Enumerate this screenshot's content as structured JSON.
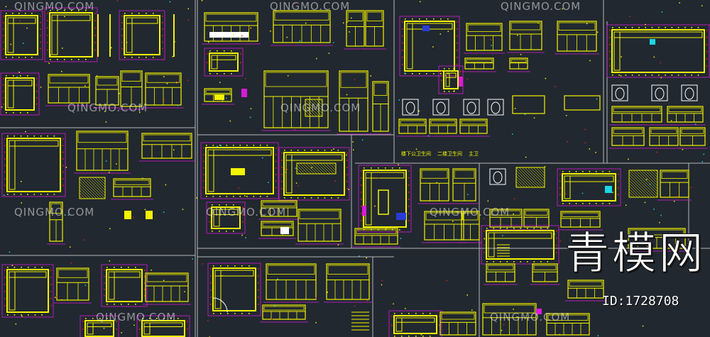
{
  "watermark": {
    "brand_cn": "青模网",
    "id_text": "ID:1728708",
    "small_marks": [
      "QINGMO.COM",
      "QINGMO.COM",
      "QINGMO.COM",
      "QINGMO.COM",
      "QINGMO.COM",
      "QINGMO.COM",
      "QINGMO.COM",
      "QINGMO.COM",
      "QINGMO.COM",
      "QINGMO.COM"
    ]
  },
  "drawing_labels": [
    "楼下公卫生间",
    "二楼卫生间",
    "主卫"
  ],
  "colors": {
    "background": "#212830",
    "frame_line": "#b8b8b8",
    "primary_line": "#f4f400",
    "wall_fill": "#e0e000",
    "accent_magenta": "#d81bd8",
    "accent_cyan": "#19d6e6",
    "accent_blue": "#2a3cd8",
    "accent_red": "#e02020",
    "white": "#ffffff"
  }
}
